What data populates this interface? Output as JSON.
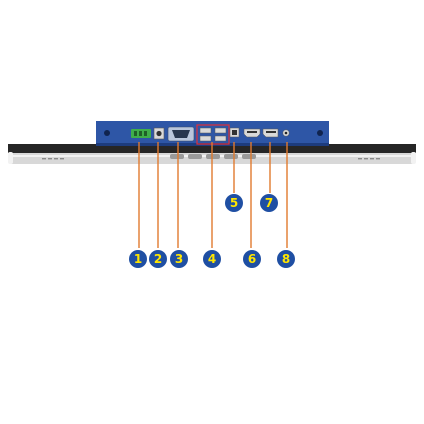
{
  "colors": {
    "background": "#ffffff",
    "io_panel": "#2e56a6",
    "io_panel_dark": "#1d3c7e",
    "bezel_top": "#262626",
    "bezel_body": "#d8d8d8",
    "bezel_edge": "#f2f2f2",
    "callout_line": "#e07a2e",
    "port_highlight": "#e0303a",
    "badge_fill": "#1f4fa3",
    "badge_text": "#ffe600",
    "terminal_green": "#3fae49"
  },
  "callouts": [
    {
      "label": "1",
      "port": "power-terminal-block"
    },
    {
      "label": "2",
      "port": "dc-jack"
    },
    {
      "label": "3",
      "port": "vga-port"
    },
    {
      "label": "4",
      "port": "usb-ports"
    },
    {
      "label": "5",
      "port": "usb-b-port"
    },
    {
      "label": "6",
      "port": "hdmi-port"
    },
    {
      "label": "7",
      "port": "displayport"
    },
    {
      "label": "8",
      "port": "audio-jack"
    }
  ],
  "icons": [
    "power-terminal-block-icon",
    "dc-jack-icon",
    "vga-port-icon",
    "usb-ports-icon",
    "usb-b-port-icon",
    "hdmi-port-icon",
    "displayport-icon",
    "audio-jack-icon",
    "screw-hole-icon",
    "vent-slot-icon"
  ]
}
